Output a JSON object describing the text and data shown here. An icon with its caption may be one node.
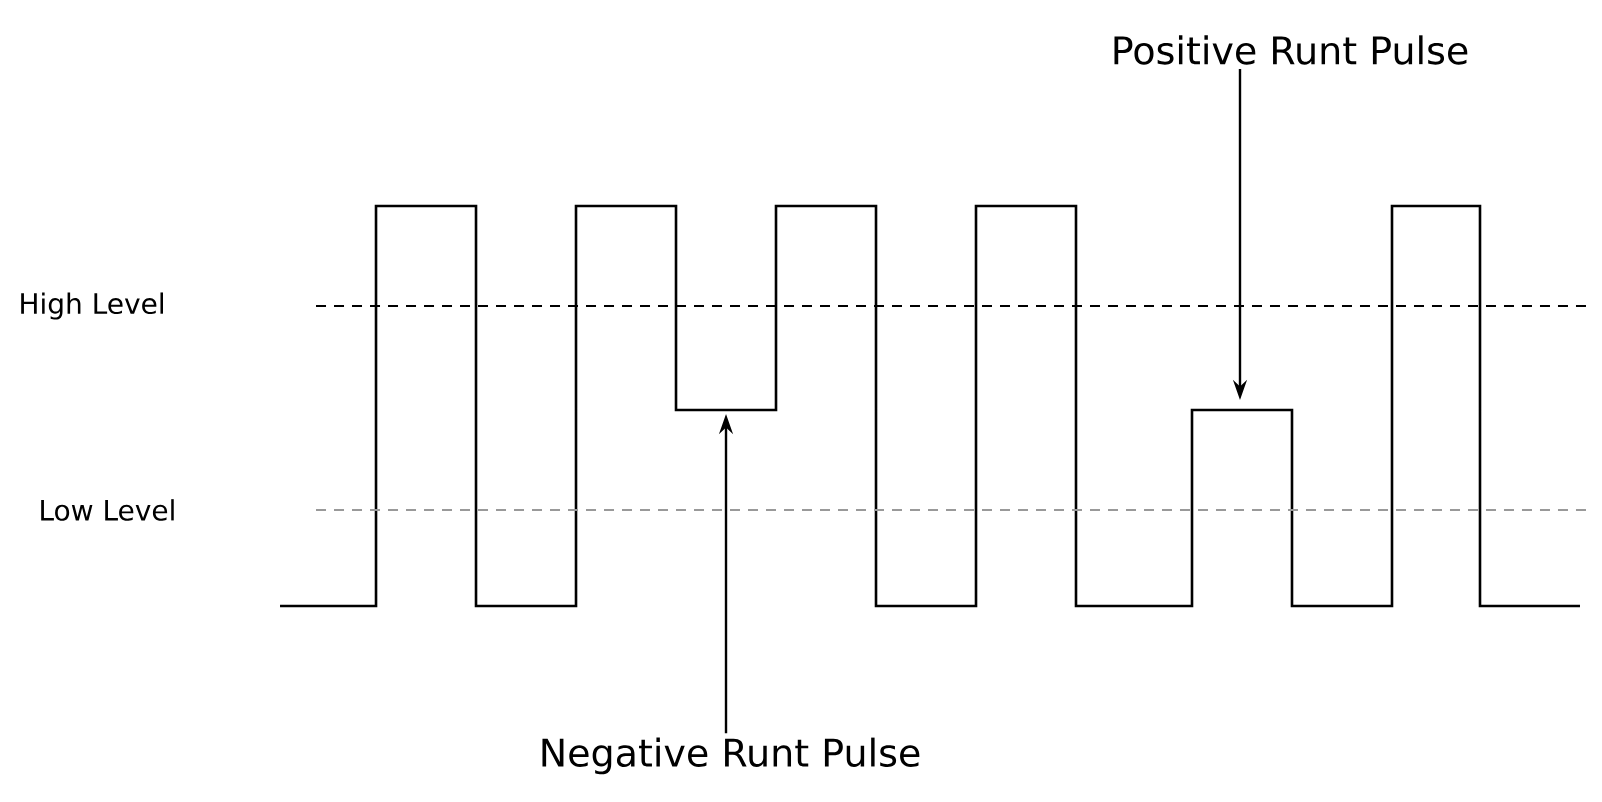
{
  "diagram": {
    "nodes": [
      {
        "text": [
          "Positive Runt Pulse"
        ]
      },
      {
        "text": [
          "Negative Runt Pulse"
        ]
      }
    ],
    "edges": [
      {
        "from": 0,
        "to": null,
        "arrow": "to"
      },
      {
        "from": 1,
        "to": null,
        "arrow": "to"
      }
    ],
    "labels": [
      "High Level",
      "Low Level"
    ]
  }
}
